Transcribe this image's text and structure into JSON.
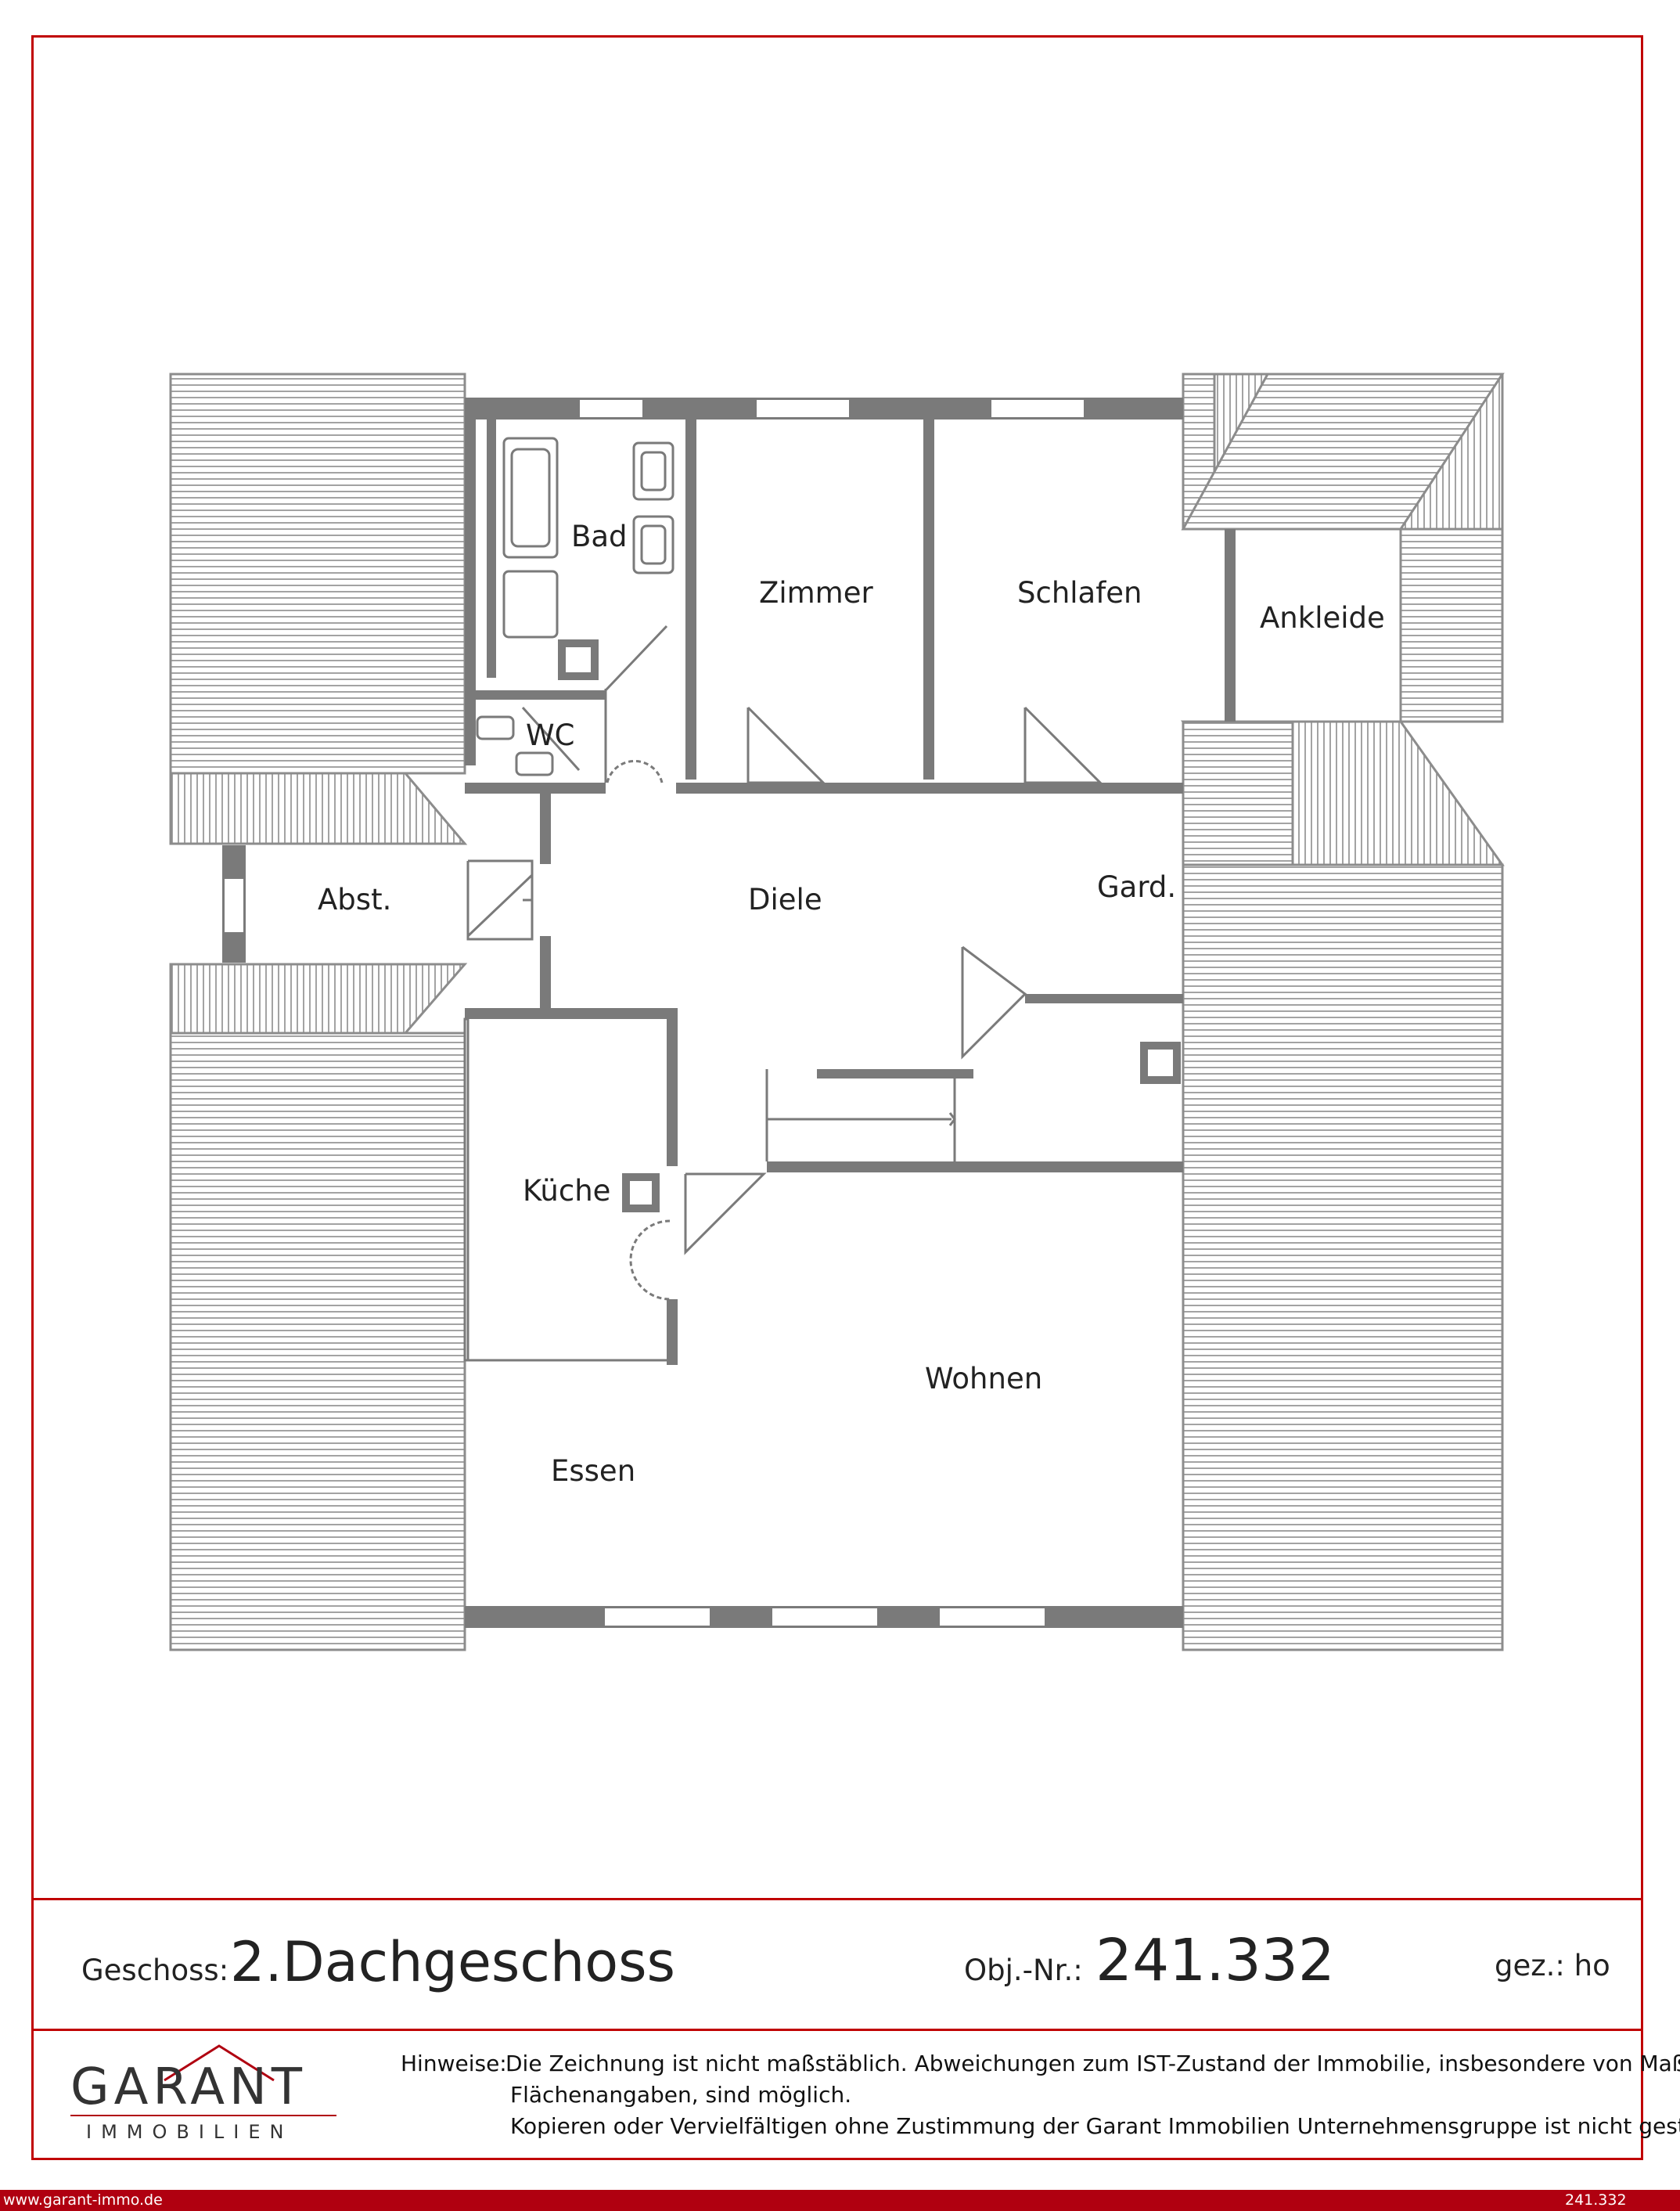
{
  "rooms": {
    "bad": "Bad",
    "zimmer": "Zimmer",
    "schlafen": "Schlafen",
    "ankleide": "Ankleide",
    "wc": "WC",
    "abst": "Abst.",
    "diele": "Diele",
    "gard": "Gard.",
    "kueche": "Küche",
    "wohnen": "Wohnen",
    "essen": "Essen"
  },
  "footer": {
    "geschoss_label": "Geschoss:",
    "geschoss_value": "2.Dachgeschoss",
    "obj_label": "Obj.-Nr.:",
    "obj_value": "241.332",
    "gez": "gez.: ho"
  },
  "logo": {
    "name": "GARANT",
    "sub": "IMMOBILIEN"
  },
  "notes": {
    "label": "Hinweise:",
    "line1": "Die Zeichnung ist nicht maßstäblich. Abweichungen zum IST-Zustand der Immobilie, insbesondere von Maß- und",
    "line2": "Flächenangaben, sind möglich.",
    "line3": "Kopieren oder Vervielfältigen ohne Zustimmung der Garant Immobilien Unternehmensgruppe ist nicht gestattet!"
  },
  "bar": {
    "url": "www.garant-immo.de",
    "number": "241.332"
  },
  "colors": {
    "frame": "#c00000",
    "wall": "#7a7a7a",
    "roof_stripe": "#8c8c8c",
    "bar": "#b00010"
  }
}
